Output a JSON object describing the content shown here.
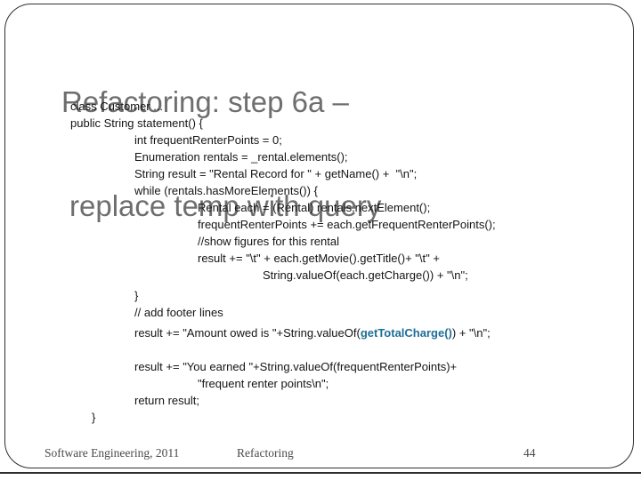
{
  "title": {
    "lines": [
      "Refactoring: step 6a –",
      "replace temp with query"
    ]
  },
  "code": {
    "lines": [
      {
        "indent": "0",
        "segments": [
          {
            "text": "class Customer ..."
          }
        ]
      },
      {
        "indent": "0",
        "segments": [
          {
            "text": "public String statement() {"
          }
        ]
      },
      {
        "indent": "1",
        "segments": [
          {
            "text": "int frequentRenterPoints = 0;"
          }
        ]
      },
      {
        "indent": "1",
        "segments": [
          {
            "text": "Enumeration rentals = _rental.elements();"
          }
        ]
      },
      {
        "indent": "1",
        "segments": [
          {
            "text": "String result = \"Rental Record for \" + getName() +  \"\\n\";"
          }
        ]
      },
      {
        "indent": "1",
        "segments": [
          {
            "text": "while (rentals.hasMoreElements()) {"
          }
        ]
      },
      {
        "indent": "2",
        "segments": [
          {
            "text": "Rental each = (Rental) rentals.nextElement();"
          }
        ]
      },
      {
        "indent": "2",
        "segments": [
          {
            "text": "frequentRenterPoints += each.getFrequentRenterPoints();"
          }
        ]
      },
      {
        "indent": "2",
        "segments": [
          {
            "text": "//show figures for this rental"
          }
        ]
      },
      {
        "indent": "2",
        "segments": [
          {
            "text": "result += \"\\t\" + each.getMovie().getTitle()+ \"\\t\" +"
          }
        ]
      },
      {
        "indent": "3",
        "segments": [
          {
            "text": "String.valueOf(each.getCharge()) + \"\\n\";"
          }
        ]
      },
      {
        "indent": "1",
        "gap_before": true,
        "segments": [
          {
            "text": "}"
          }
        ]
      },
      {
        "indent": "1",
        "segments": [
          {
            "text": "// add footer lines"
          }
        ]
      },
      {
        "indent": "1",
        "gap_before": true,
        "segments": [
          {
            "text": "result += \"Amount owed is \"+String.valueOf("
          },
          {
            "text": "getTotalCharge()",
            "highlight": true
          },
          {
            "text": ") + \"\\n\";"
          }
        ]
      },
      {
        "indent": "1",
        "segments": []
      },
      {
        "indent": "1",
        "segments": [
          {
            "text": "result += \"You earned \"+String.valueOf(frequentRenterPoints)+"
          }
        ]
      },
      {
        "indent": "2",
        "segments": [
          {
            "text": "\"frequent renter points\\n\";"
          }
        ]
      },
      {
        "indent": "1",
        "segments": [
          {
            "text": "return result;"
          }
        ]
      },
      {
        "indent": "h",
        "segments": [
          {
            "text": "}"
          }
        ]
      }
    ]
  },
  "footer": {
    "left": "Software Engineering, 2011",
    "center": "Refactoring",
    "page_number": "44"
  },
  "colors": {
    "title": "#6e6e6e",
    "code_text": "#141414",
    "highlight": "#1f6e96",
    "border": "#2e2e2e",
    "footer_text": "#4a4a4a"
  }
}
